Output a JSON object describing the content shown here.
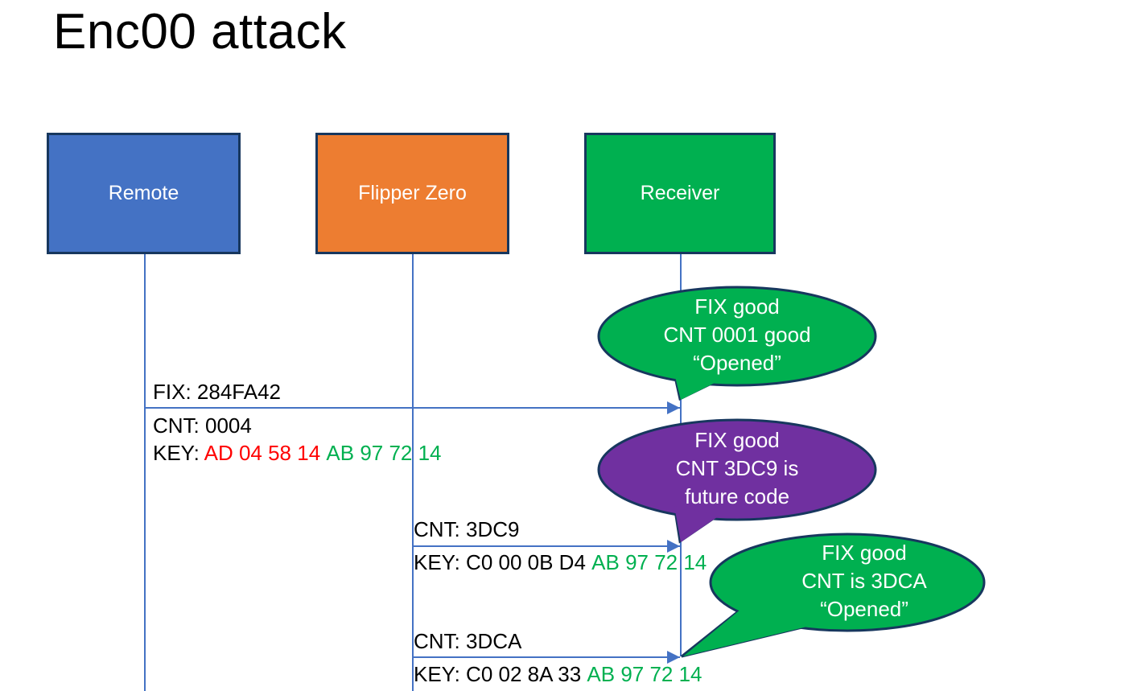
{
  "slide": {
    "title": "Enc00 attack",
    "background": "#ffffff"
  },
  "colors": {
    "remote_blue": "#4472C4",
    "flipper_orange": "#ED7D31",
    "receiver_green": "#00B050",
    "bubble_purple": "#7030A0",
    "bubble_green": "#00B050",
    "line_blue": "#4472C4",
    "box_border": "#17375E",
    "hex_red": "#FF0000",
    "hex_green": "#00B050",
    "text_black": "#000000"
  },
  "actors": [
    {
      "id": "remote",
      "label": "Remote",
      "fill": "#4472C4"
    },
    {
      "id": "flipper",
      "label": "Flipper Zero",
      "fill": "#ED7D31"
    },
    {
      "id": "receiver",
      "label": "Receiver",
      "fill": "#00B050"
    }
  ],
  "messages": [
    {
      "id": "msg1",
      "from": "remote",
      "to": "receiver",
      "fix_line": "FIX: 284FA42",
      "cnt_line": "CNT: 0004",
      "key_label": "KEY: ",
      "key_first": "AD 04 58 14",
      "key_first_color": "red",
      "key_second": "AB 97 72 14",
      "key_second_color": "green"
    },
    {
      "id": "msg2",
      "from": "flipper",
      "to": "receiver",
      "cnt_line": "CNT: 3DC9",
      "key_label": "KEY: ",
      "key_first": "C0 00 0B D4",
      "key_first_color": "black",
      "key_second": "AB 97 72 14",
      "key_second_color": "green"
    },
    {
      "id": "msg3",
      "from": "flipper",
      "to": "receiver",
      "cnt_line": "CNT: 3DCA",
      "key_label": "KEY: ",
      "key_first": "C0 02 8A 33",
      "key_first_color": "black",
      "key_second": "AB 97 72 14",
      "key_second_color": "green"
    }
  ],
  "bubbles": [
    {
      "id": "bubble1",
      "fill": "#00B050",
      "line1": "FIX good",
      "line2": "CNT 0001 good",
      "line3": "“Opened”"
    },
    {
      "id": "bubble2",
      "fill": "#7030A0",
      "line1": "FIX good",
      "line2": "CNT 3DC9 is",
      "line3": "future code"
    },
    {
      "id": "bubble3",
      "fill": "#00B050",
      "line1": "FIX good",
      "line2": "CNT is 3DCA",
      "line3": "“Opened”"
    }
  ]
}
